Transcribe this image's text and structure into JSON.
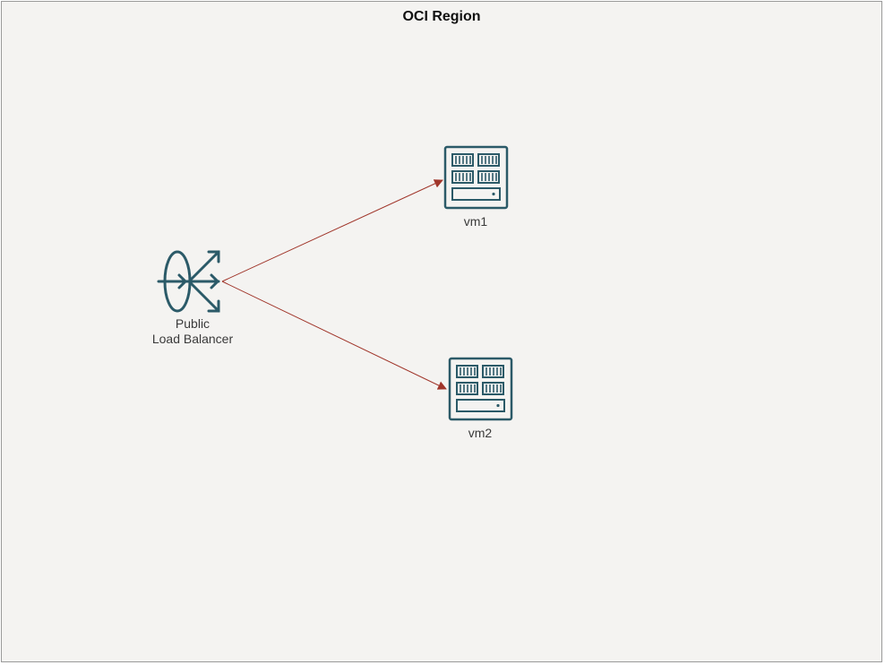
{
  "region": {
    "title": "OCI Region"
  },
  "nodes": {
    "load_balancer": {
      "label_line1": "Public",
      "label_line2": "Load Balancer",
      "icon": "load-balancer-icon"
    },
    "vm1": {
      "label": "vm1",
      "icon": "compute-vm-icon"
    },
    "vm2": {
      "label": "vm2",
      "icon": "compute-vm-icon"
    }
  },
  "edges": [
    {
      "from": "Public Load Balancer",
      "to": "vm1"
    },
    {
      "from": "Public Load Balancer",
      "to": "vm2"
    }
  ],
  "colors": {
    "icon": "#2b5a68",
    "edge": "#a0352a",
    "background": "#f4f3f1"
  }
}
